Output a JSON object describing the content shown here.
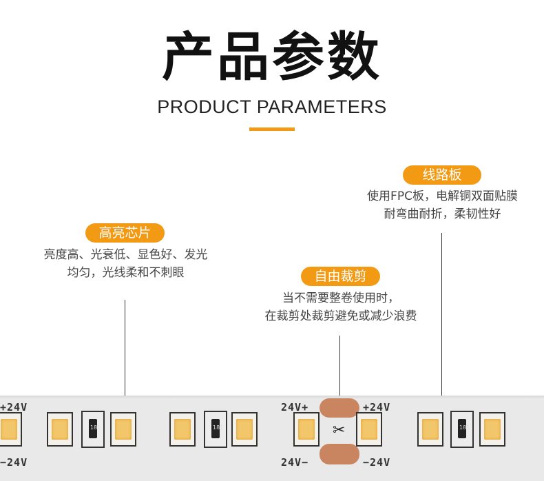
{
  "title_cn": "产品参数",
  "title_en": "PRODUCT PARAMETERS",
  "features": [
    {
      "label": "线路板",
      "lines": [
        "使用FPC板，电解铜双面贴膜",
        "耐弯曲耐折，柔韧性好"
      ]
    },
    {
      "label": "高亮芯片",
      "lines": [
        "亮度高、光衰低、显色好、发光",
        "均匀，光线柔和不刺眼"
      ]
    },
    {
      "label": "自由裁剪",
      "lines": [
        "当不需要整卷使用时，",
        "在裁剪处裁剪避免或减少浪费"
      ]
    }
  ],
  "strip": {
    "labels": [
      "+24V",
      "24V+",
      "+24V",
      "24V−",
      "−24V",
      "−24V"
    ],
    "cut_mark": "✂",
    "resistor_code": "181"
  },
  "colors": {
    "accent": "#f39a14",
    "pad": "#c98560",
    "led": "#f2c66a"
  }
}
